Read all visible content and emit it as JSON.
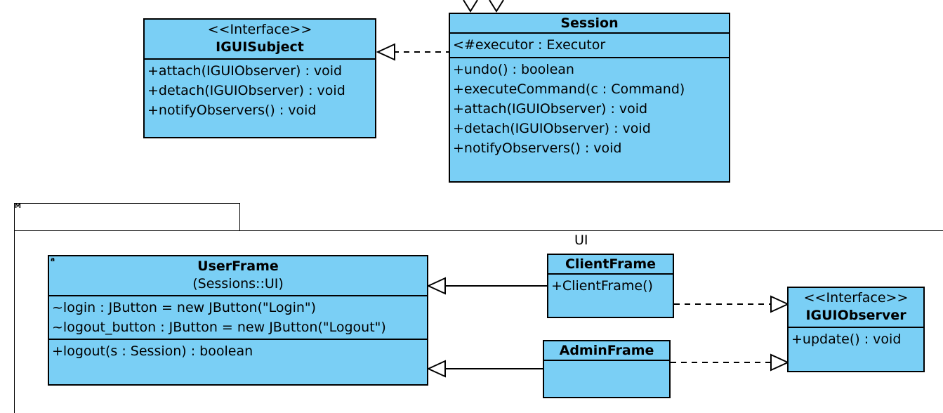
{
  "package": {
    "name": "UI",
    "tab_icon": "M"
  },
  "classes": {
    "iguisubject": {
      "stereotype": "<<Interface>>",
      "name": "IGUISubject",
      "operations": [
        "+attach(IGUIObserver) : void",
        "+detach(IGUIObserver) : void",
        "+notifyObservers() : void"
      ]
    },
    "session": {
      "name": "Session",
      "attributes": [
        "<#executor : Executor"
      ],
      "operations": [
        "+undo() : boolean",
        "+executeCommand(c : Command)",
        "+attach(IGUIObserver) : void",
        "+detach(IGUIObserver) : void",
        "+notifyObservers() : void"
      ]
    },
    "userframe": {
      "name": "UserFrame",
      "namespace": "(Sessions::UI)",
      "icon": "a",
      "attributes": [
        "~login : JButton = new JButton(\"Login\")",
        "~logout_button : JButton = new JButton(\"Logout\")"
      ],
      "operations": [
        "+logout(s : Session) : boolean"
      ]
    },
    "clientframe": {
      "name": "ClientFrame",
      "operations": [
        "+ClientFrame()"
      ]
    },
    "adminframe": {
      "name": "AdminFrame"
    },
    "iguiobserver": {
      "stereotype": "<<Interface>>",
      "name": "IGUIObserver",
      "operations": [
        "+update() : void"
      ]
    }
  },
  "colors": {
    "class_fill": "#7acff5",
    "stroke": "#000000"
  }
}
